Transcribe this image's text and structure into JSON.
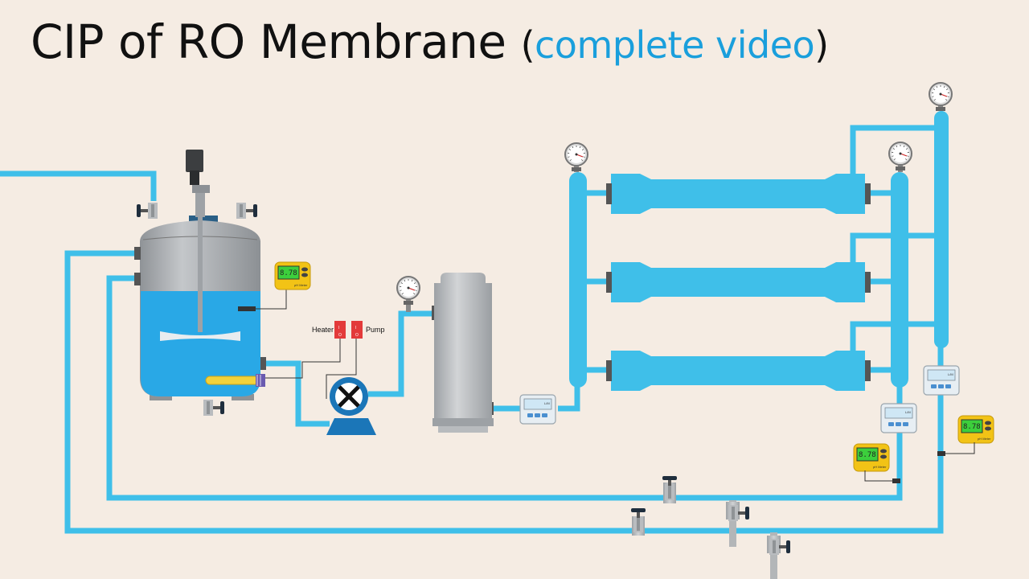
{
  "title": {
    "main": "CIP of RO Membrane",
    "open_paren": "(",
    "subtitle": "complete video",
    "close_paren": ")"
  },
  "labels": {
    "heater": "Heater",
    "pump": "Pump"
  },
  "switch_marks": {
    "on": "I",
    "off": "O"
  },
  "ph_meter": {
    "reading": "8.78",
    "caption": "pH Meter"
  },
  "flow_meter": {
    "unit": "L/M"
  },
  "colors": {
    "pipe": "#3fbfe9",
    "grey_pipe": "#b3b6b8",
    "tank_body": "#a9adb1",
    "liquid": "#29a8e6",
    "switch": "#e33a3a",
    "ph_body": "#f2c316",
    "lcd": "#3ccf3c",
    "pump": "#1b76b8"
  },
  "icons": [
    "pressure-gauge-icon",
    "valve-icon",
    "mixer-motor-icon",
    "heater-element-icon",
    "pump-icon",
    "ph-meter-icon",
    "flow-meter-icon",
    "switch-icon"
  ]
}
